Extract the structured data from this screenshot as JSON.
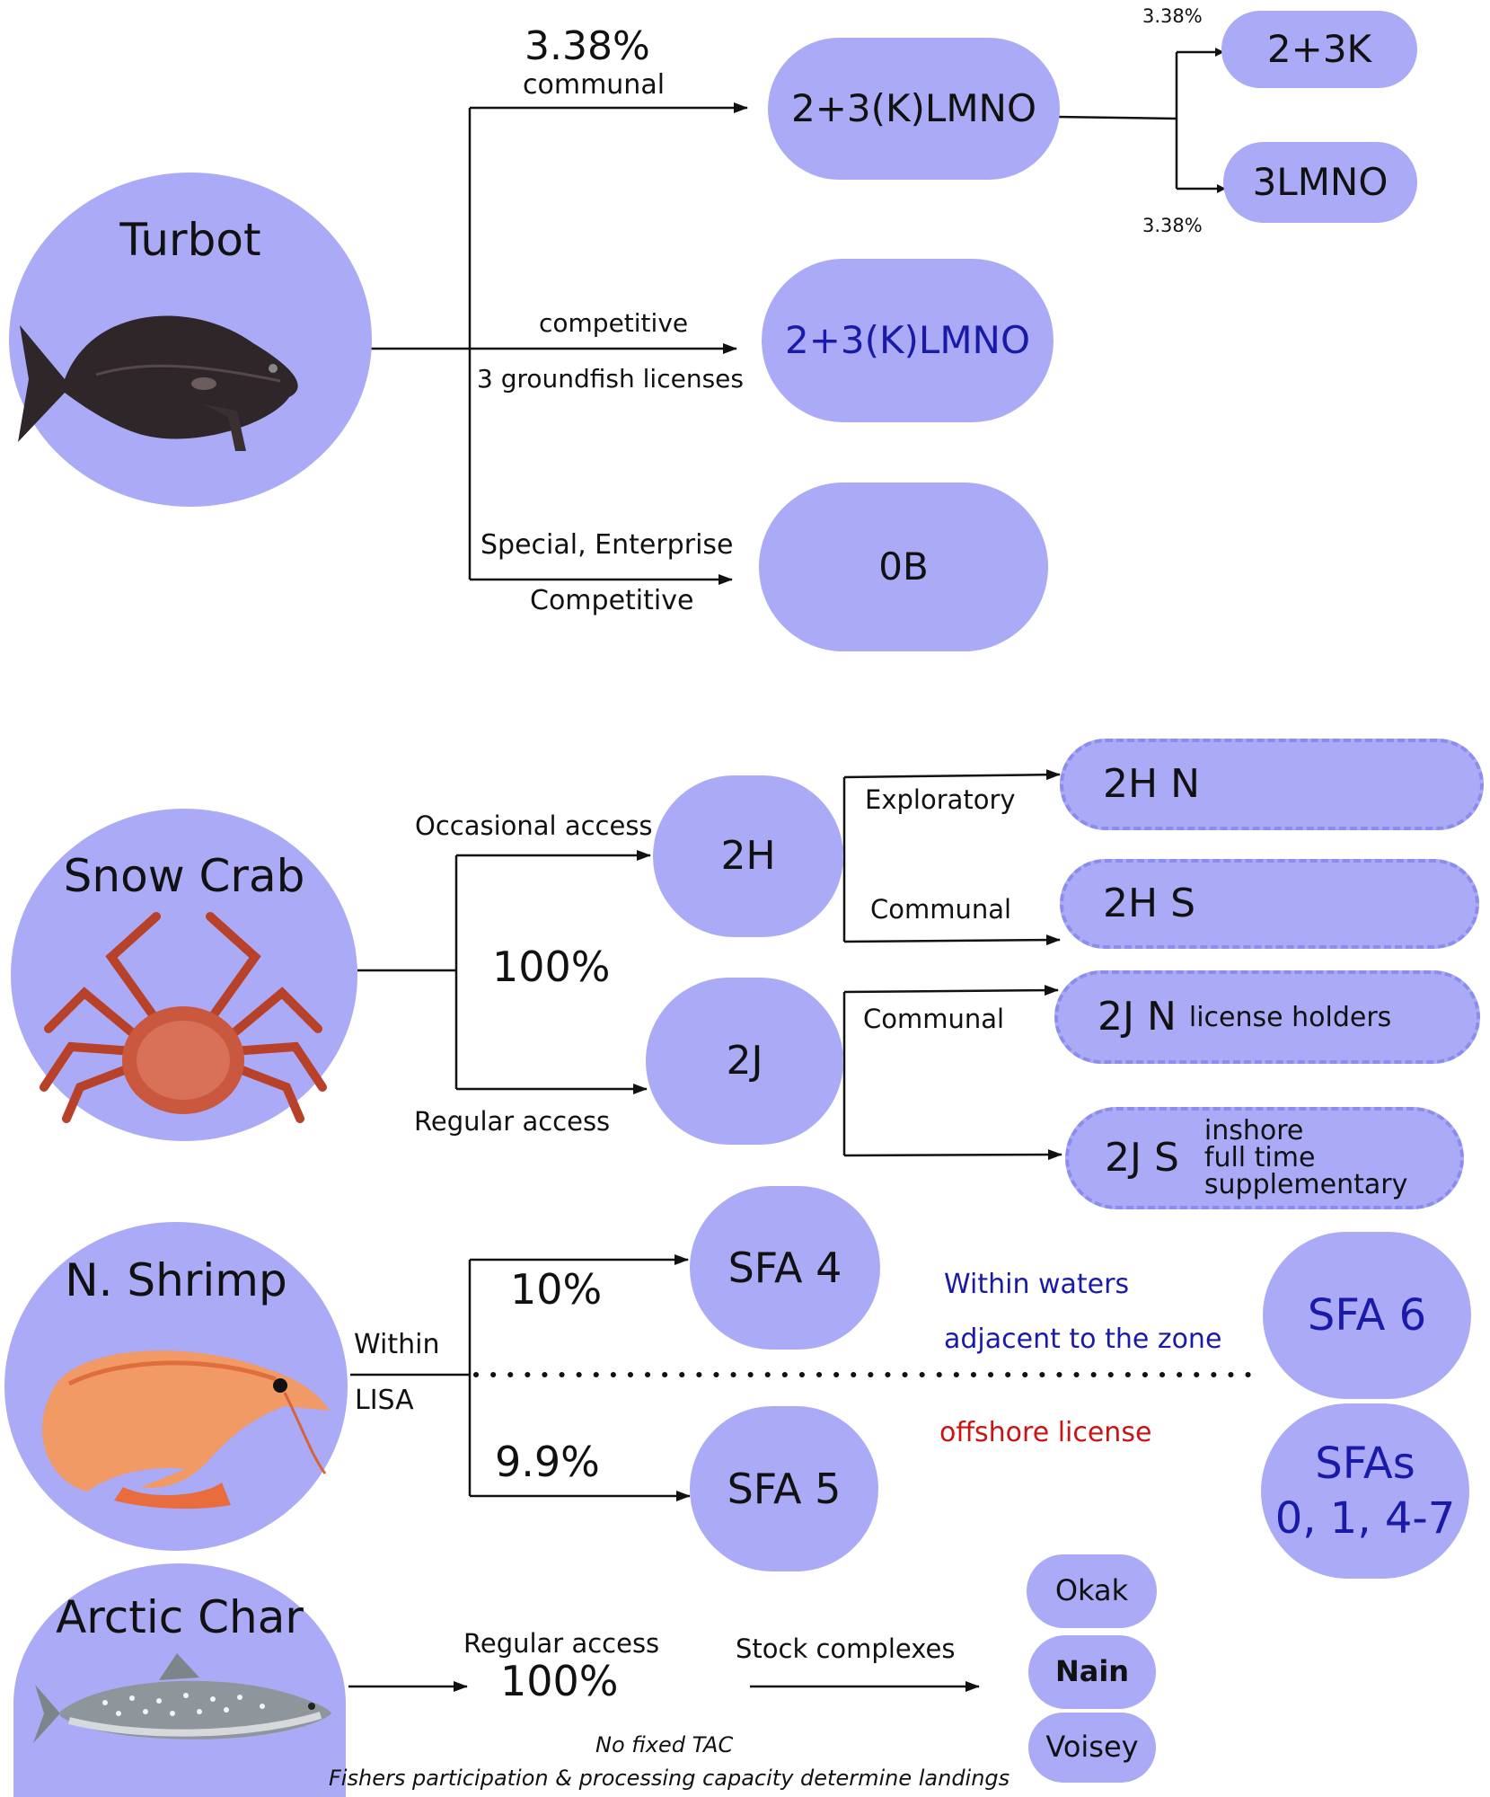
{
  "turbot": {
    "name": "Turbot",
    "communal_pct": "3.38%",
    "communal_label": "communal",
    "communal_area": "2+3(K)LMNO",
    "split_pct_top": "3.38%",
    "split_pct_bottom": "3.38%",
    "split_area_top": "2+3K",
    "split_area_bottom": "3LMNO",
    "competitive_label": "competitive",
    "competitive_sub": "3 groundfish licenses",
    "competitive_area": "2+3(K)LMNO",
    "special_label": "Special, Enterprise",
    "special_sub": "Competitive",
    "special_area": "0B"
  },
  "snow_crab": {
    "name": "Snow Crab",
    "pct": "100%",
    "occasional_label": "Occasional access",
    "regular_label": "Regular access",
    "area_2h": "2H",
    "area_2j": "2J",
    "exploratory_label": "Exploratory",
    "communal_2h_label": "Communal",
    "communal_2j_label": "Communal",
    "zone_2hn": "2H N",
    "zone_2hs": "2H S",
    "zone_2jn": "2J N",
    "zone_2jn_note": "license holders",
    "zone_2js": "2J S",
    "zone_2js_note_1": "inshore",
    "zone_2js_note_2": "full time",
    "zone_2js_note_3": "supplementary"
  },
  "shrimp": {
    "name": "N. Shrimp",
    "within_label": "Within",
    "lisa_label": "LISA",
    "pct_sfa4": "10%",
    "pct_sfa5": "9.9%",
    "sfa4": "SFA 4",
    "sfa5": "SFA 5",
    "within_waters_1": "Within waters",
    "within_waters_2": "adjacent to the zone",
    "offshore_label": "offshore license",
    "sfa6": "SFA 6",
    "sfas_1": "SFAs",
    "sfas_2": "0, 1, 4-7"
  },
  "arctic_char": {
    "name": "Arctic Char",
    "regular_label": "Regular access",
    "pct": "100%",
    "stock_label": "Stock complexes",
    "stock_1": "Okak",
    "stock_2": "Nain",
    "stock_3": "Voisey",
    "note_1": "No fixed TAC",
    "note_2": "Fishers participation & processing capacity determine landings"
  },
  "colors": {
    "node_fill": "#aaaaf6",
    "blue_text": "#1a1aa8",
    "red_text": "#c81414",
    "dashed_border": "#8c8cee"
  }
}
